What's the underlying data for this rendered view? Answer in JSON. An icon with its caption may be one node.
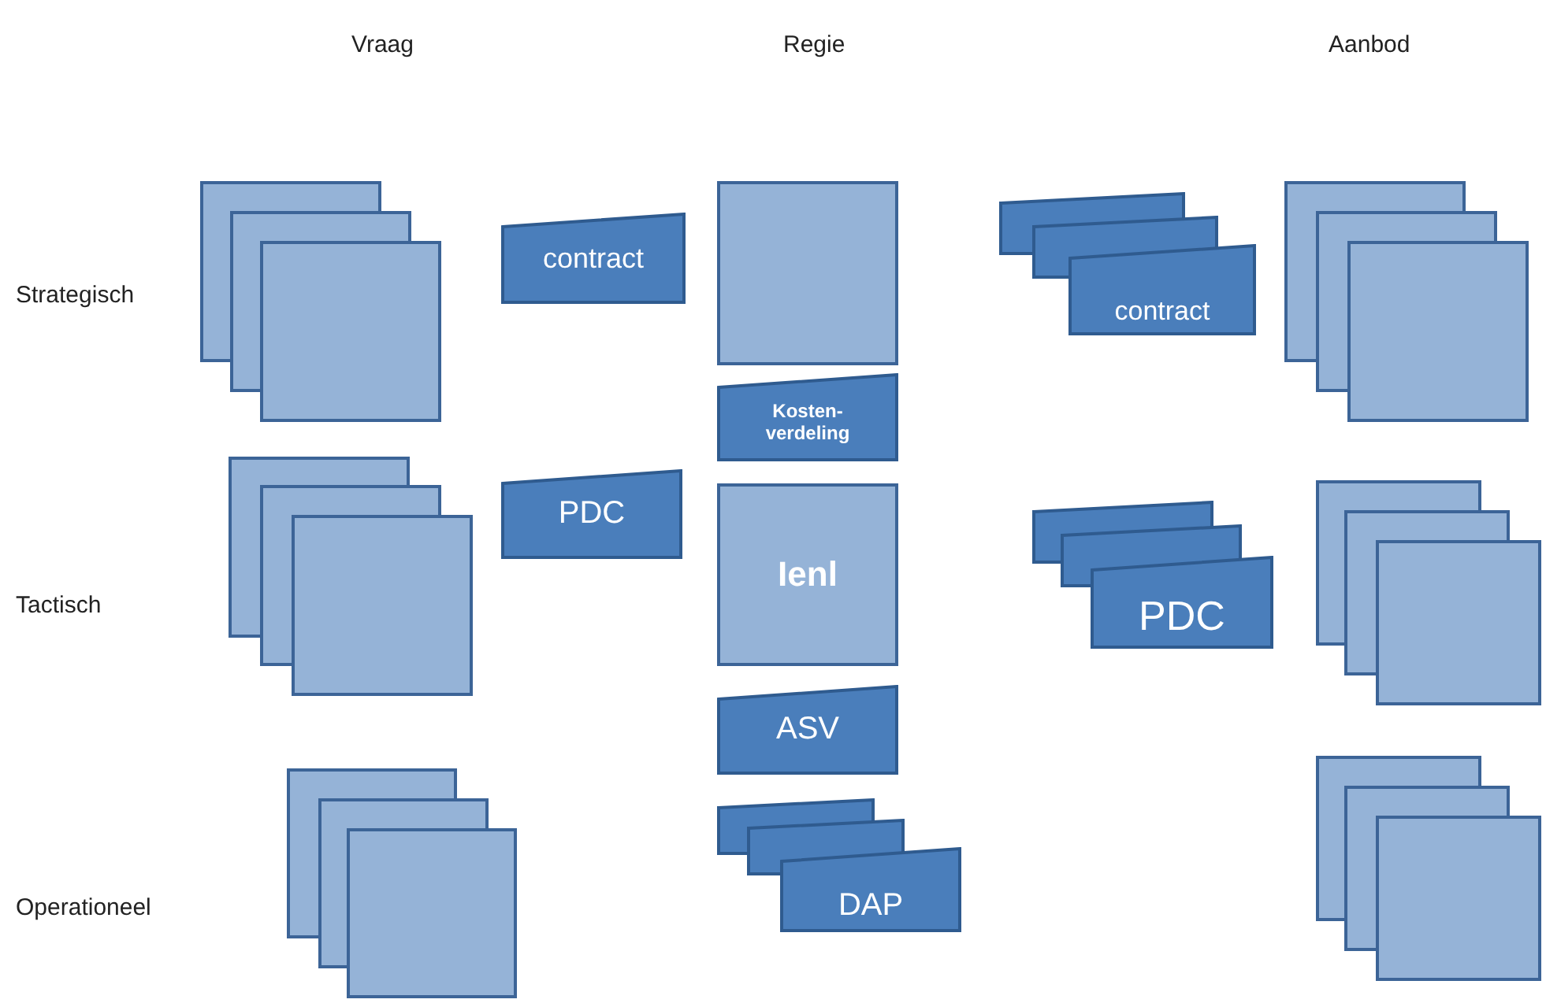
{
  "diagram": {
    "nodes": [
      {
        "text": [],
        "shape": "box"
      },
      {
        "text": [],
        "shape": "box"
      },
      {
        "text": [],
        "shape": "box"
      },
      {
        "text": [
          "contract"
        ]
      },
      {
        "text": [],
        "shape": "box"
      },
      {
        "text": [],
        "shape": "box"
      },
      {
        "text": [],
        "shape": "box"
      },
      {
        "text": [
          "contract"
        ]
      },
      {
        "text": [],
        "shape": "box"
      },
      {
        "text": [],
        "shape": "box"
      },
      {
        "text": [],
        "shape": "box"
      },
      {
        "text": [
          "Kosten-verdeling"
        ]
      },
      {
        "text": [],
        "shape": "box"
      },
      {
        "text": [],
        "shape": "box"
      },
      {
        "text": [],
        "shape": "box"
      },
      {
        "text": [
          "PDC"
        ]
      },
      {
        "text": [
          "Ienl"
        ]
      },
      {
        "text": [],
        "shape": "box"
      },
      {
        "text": [],
        "shape": "box"
      },
      {
        "text": [
          "PDC"
        ]
      },
      {
        "text": [],
        "shape": "box"
      },
      {
        "text": [],
        "shape": "box"
      },
      {
        "text": [],
        "shape": "box"
      },
      {
        "text": [
          "ASV"
        ]
      },
      {
        "text": [],
        "shape": "box"
      },
      {
        "text": [],
        "shape": "box"
      },
      {
        "text": [],
        "shape": "box"
      },
      {
        "text": [],
        "shape": "box"
      },
      {
        "text": [],
        "shape": "box"
      },
      {
        "text": [
          "DAP"
        ]
      },
      {
        "text": [],
        "shape": "box"
      },
      {
        "text": [],
        "shape": "box"
      },
      {
        "text": [],
        "shape": "box"
      }
    ],
    "labels": [
      "Vraag",
      "Regie",
      "Aanbod",
      "Strategisch",
      "Tactisch",
      "Operationeel"
    ]
  }
}
